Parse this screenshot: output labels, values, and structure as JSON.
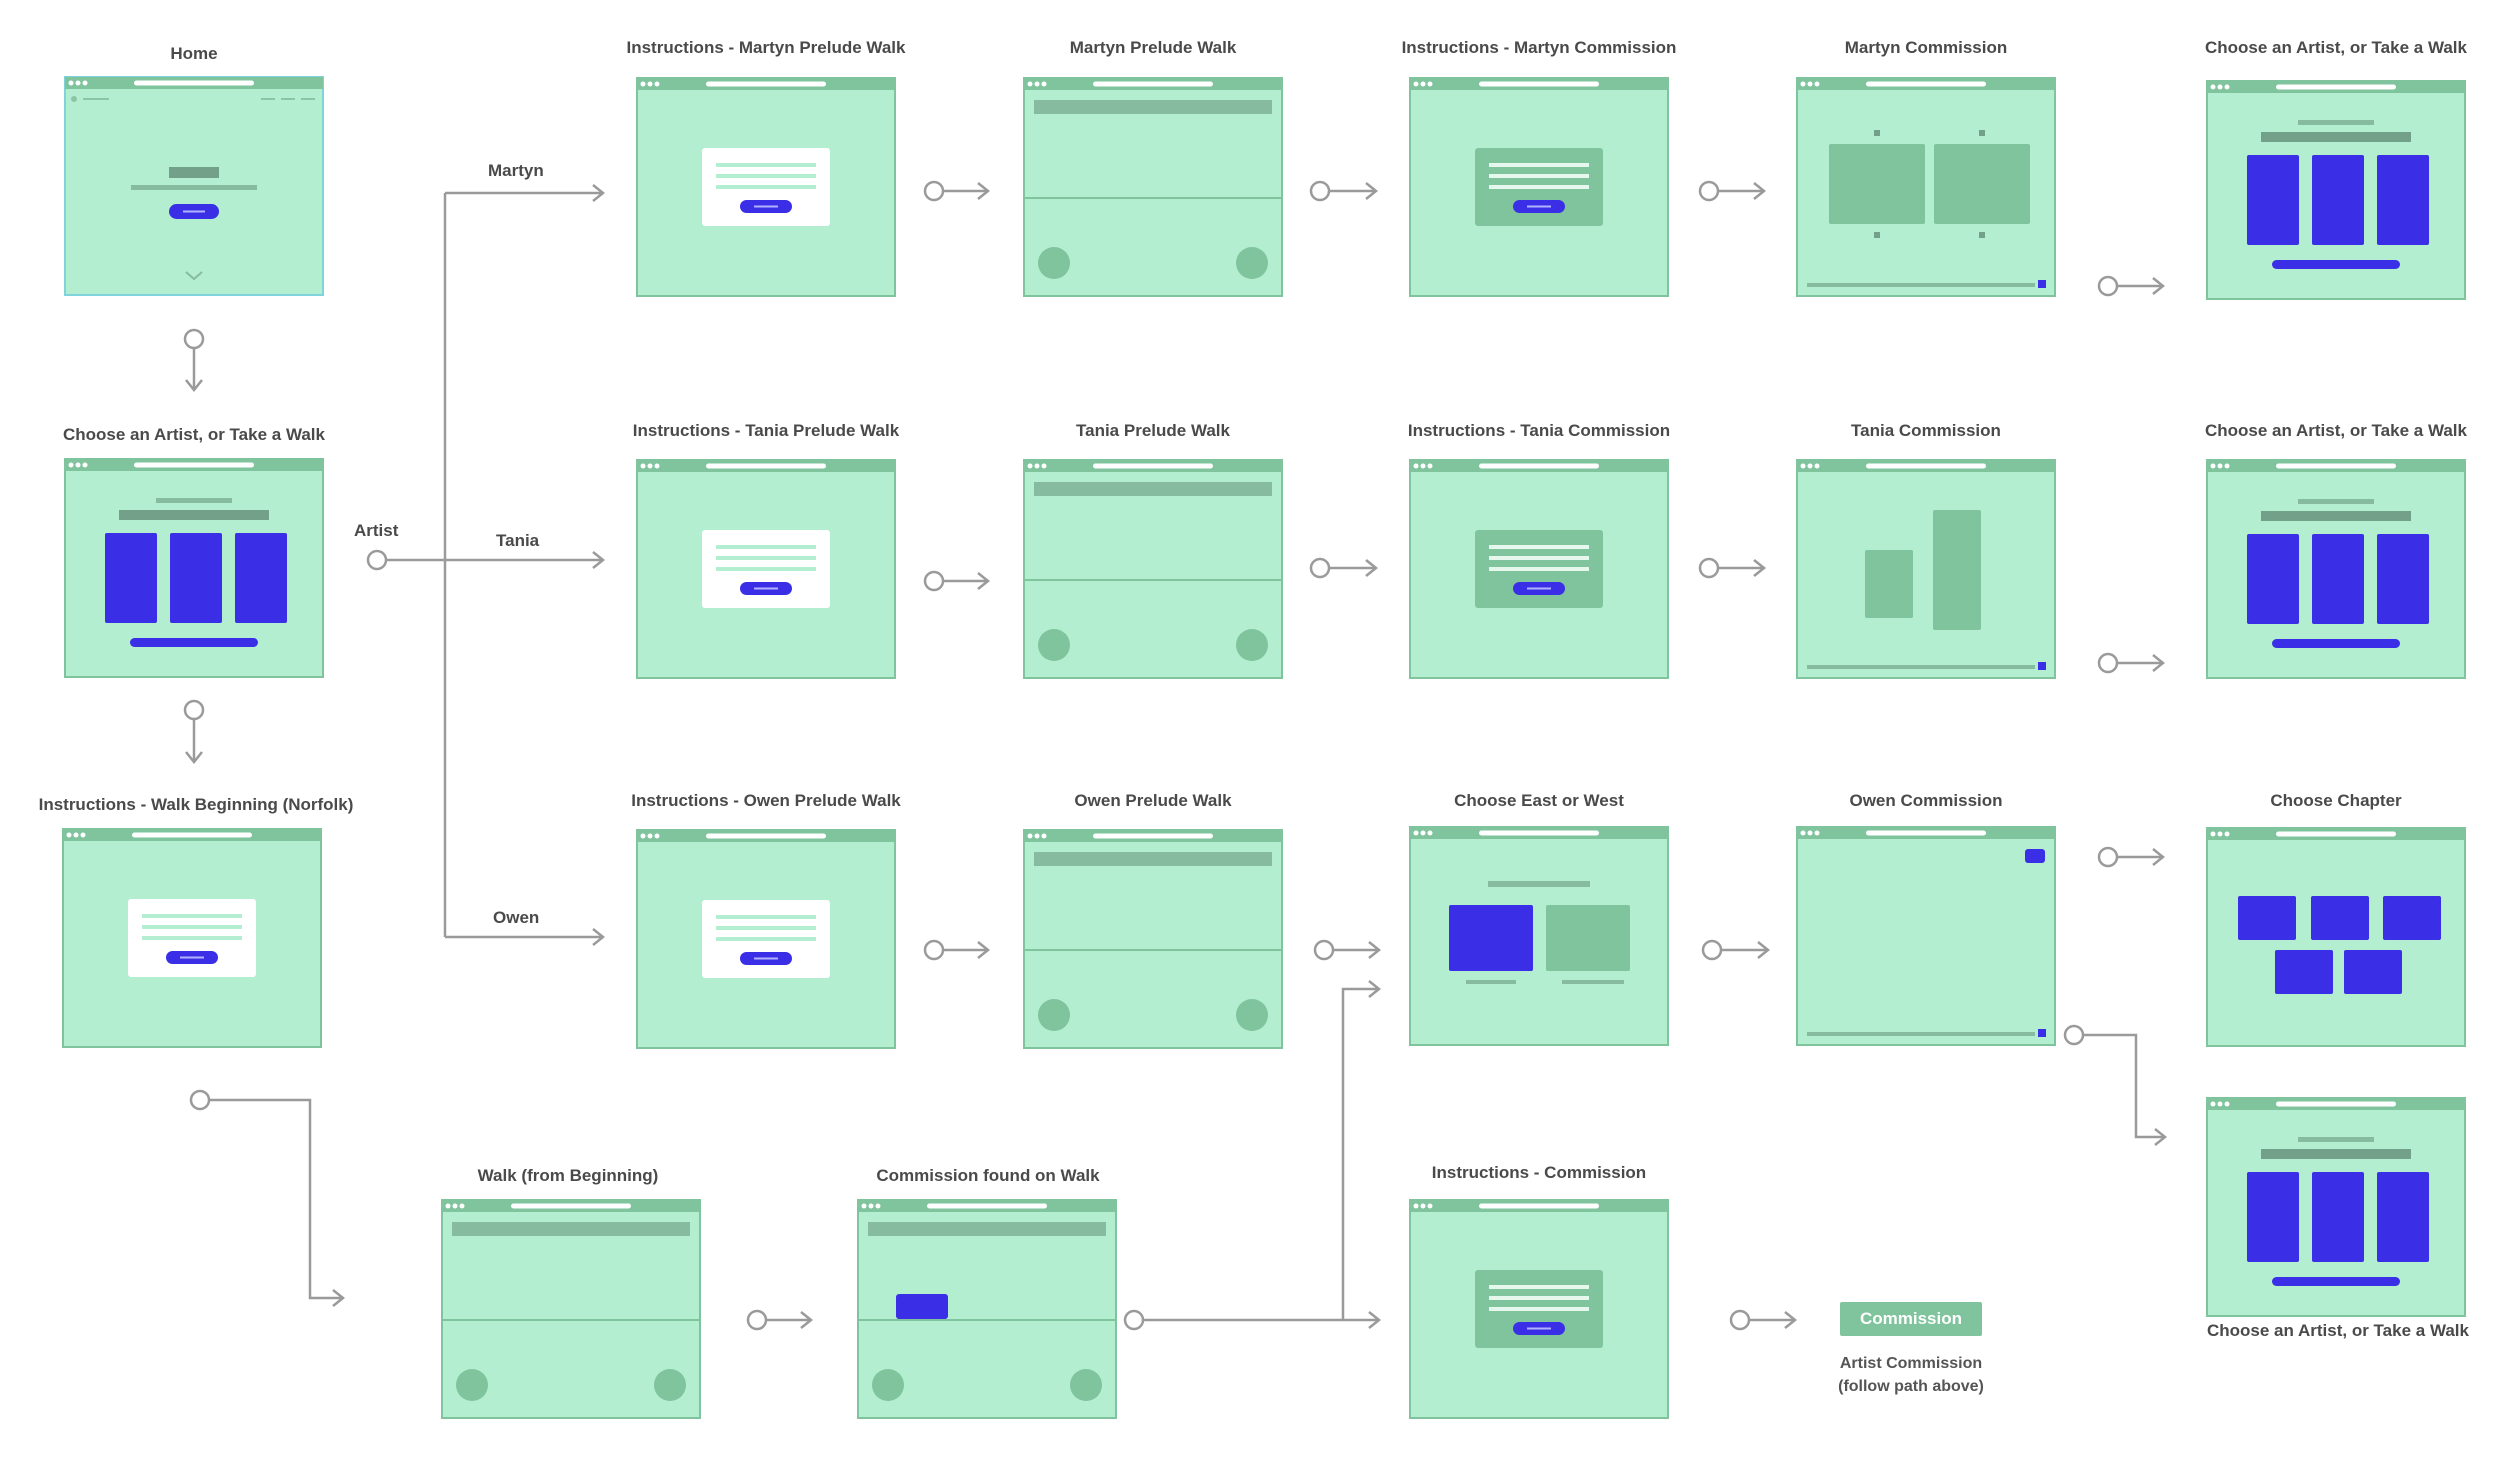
{
  "colors": {
    "screen_fill": "#b2eecf",
    "bar": "#7fc49d",
    "accent": "#3a2ee6",
    "line": "#9a9a9a",
    "highlight": "#7fd4dc"
  },
  "screens": {
    "home": "Home",
    "choose_artist": "Choose an Artist, or Take a Walk",
    "instr_walk_beginning": "Instructions - Walk Beginning (Norfolk)",
    "instr_martyn_prelude": "Instructions - Martyn Prelude Walk",
    "martyn_prelude": "Martyn Prelude Walk",
    "instr_martyn_commission": "Instructions - Martyn Commission",
    "martyn_commission": "Martyn Commission",
    "choose_artist_martyn": "Choose an Artist, or Take a Walk",
    "instr_tania_prelude": "Instructions - Tania Prelude Walk",
    "tania_prelude": "Tania Prelude Walk",
    "instr_tania_commission": "Instructions - Tania Commission",
    "tania_commission": "Tania Commission",
    "choose_artist_tania": "Choose an Artist, or Take a Walk",
    "instr_owen_prelude": "Instructions - Owen Prelude Walk",
    "owen_prelude": "Owen Prelude Walk",
    "choose_east_west": "Choose East or West",
    "owen_commission": "Owen Commission",
    "choose_chapter": "Choose Chapter",
    "choose_artist_owen": "Choose an Artist, or Take a Walk",
    "walk_beginning": "Walk (from Beginning)",
    "commission_found": "Commission found on Walk",
    "instr_commission": "Instructions - Commission"
  },
  "edges": {
    "artist": "Artist",
    "martyn": "Martyn",
    "tania": "Tania",
    "owen": "Owen"
  },
  "badge": "Commission",
  "note": {
    "line1": "Artist Commission",
    "line2": "(follow path above)"
  }
}
